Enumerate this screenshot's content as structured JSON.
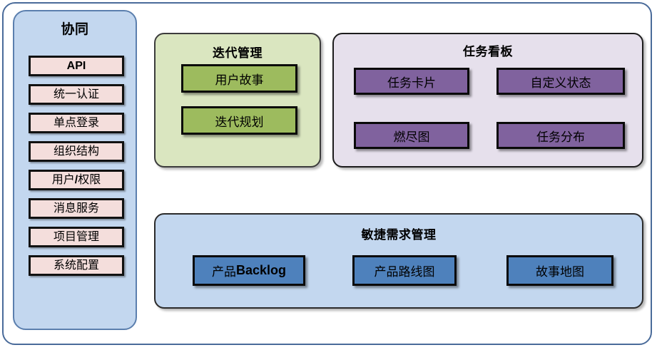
{
  "diagram": {
    "frame_color": "#4A6B9A",
    "background": "#ffffff"
  },
  "sidebar": {
    "title": "协同",
    "fill": "#C3D7EF",
    "border": "#5B7FAE",
    "chip_fill": "#F4DEDC",
    "items": [
      {
        "label": "API",
        "style": "bold"
      },
      {
        "label": "统一认证",
        "style": "normal"
      },
      {
        "label": "单点登录",
        "style": "normal"
      },
      {
        "label": "组织结构",
        "style": "normal"
      },
      {
        "label_a": "用户",
        "label_b": "/",
        "label_c": "权限",
        "label": "用户/权限",
        "style": "mixed"
      },
      {
        "label": "消息服务",
        "style": "normal"
      },
      {
        "label": "项目管理",
        "style": "normal"
      },
      {
        "label": "系统配置",
        "style": "normal"
      }
    ]
  },
  "iteration_panel": {
    "title": "迭代管理",
    "fill": "#DAE6C0",
    "box_fill": "#9DBB5E",
    "boxes": [
      {
        "label": "用户故事"
      },
      {
        "label": "迭代规划"
      }
    ]
  },
  "taskboard_panel": {
    "title": "任务看板",
    "fill": "#E6E0EC",
    "box_fill": "#80629E",
    "boxes": [
      {
        "label": "任务卡片"
      },
      {
        "label": "自定义状态"
      },
      {
        "label": "燃尽图"
      },
      {
        "label": "任务分布"
      }
    ]
  },
  "agile_panel": {
    "title": "敏捷需求管理",
    "fill": "#C3D7EF",
    "box_fill": "#4E81BC",
    "boxes": [
      {
        "label_a": "产品",
        "label_b": "Backlog",
        "label": "产品Backlog"
      },
      {
        "label": "产品路线图"
      },
      {
        "label": "故事地图"
      }
    ]
  }
}
